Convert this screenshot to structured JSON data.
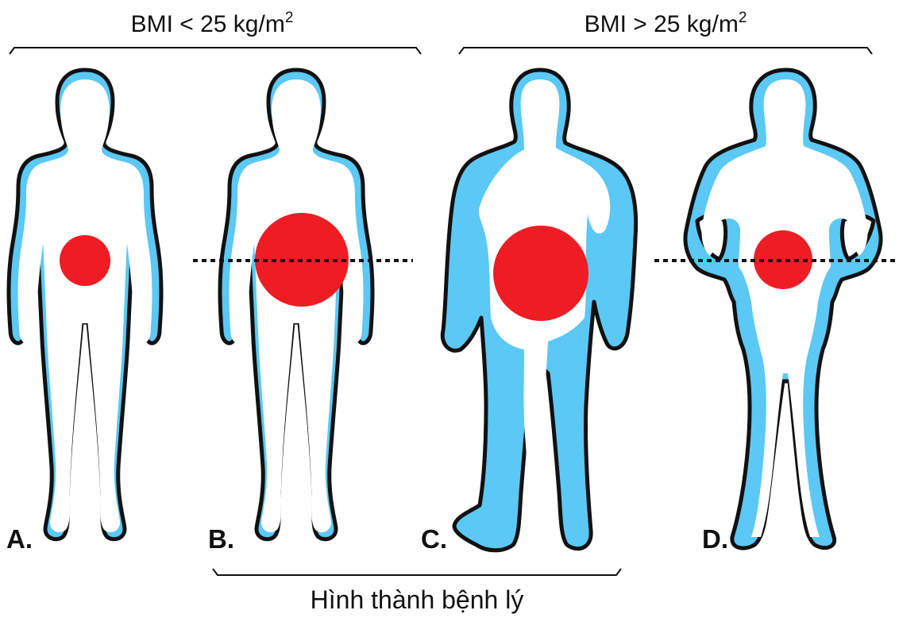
{
  "groups": {
    "normal": {
      "prefix": "BMI < 25 kg/m",
      "sup": "2"
    },
    "overweight": {
      "prefix": "BMI > 25 kg/m",
      "sup": "2"
    }
  },
  "panels": [
    "A.",
    "B.",
    "C.",
    "D."
  ],
  "bottom_label": "Hình thành bệnh lý",
  "colors": {
    "outline": "#111111",
    "fat_layer": "#5bc8f5",
    "body": "#ffffff",
    "visceral_fat": "#ee1d23"
  }
}
